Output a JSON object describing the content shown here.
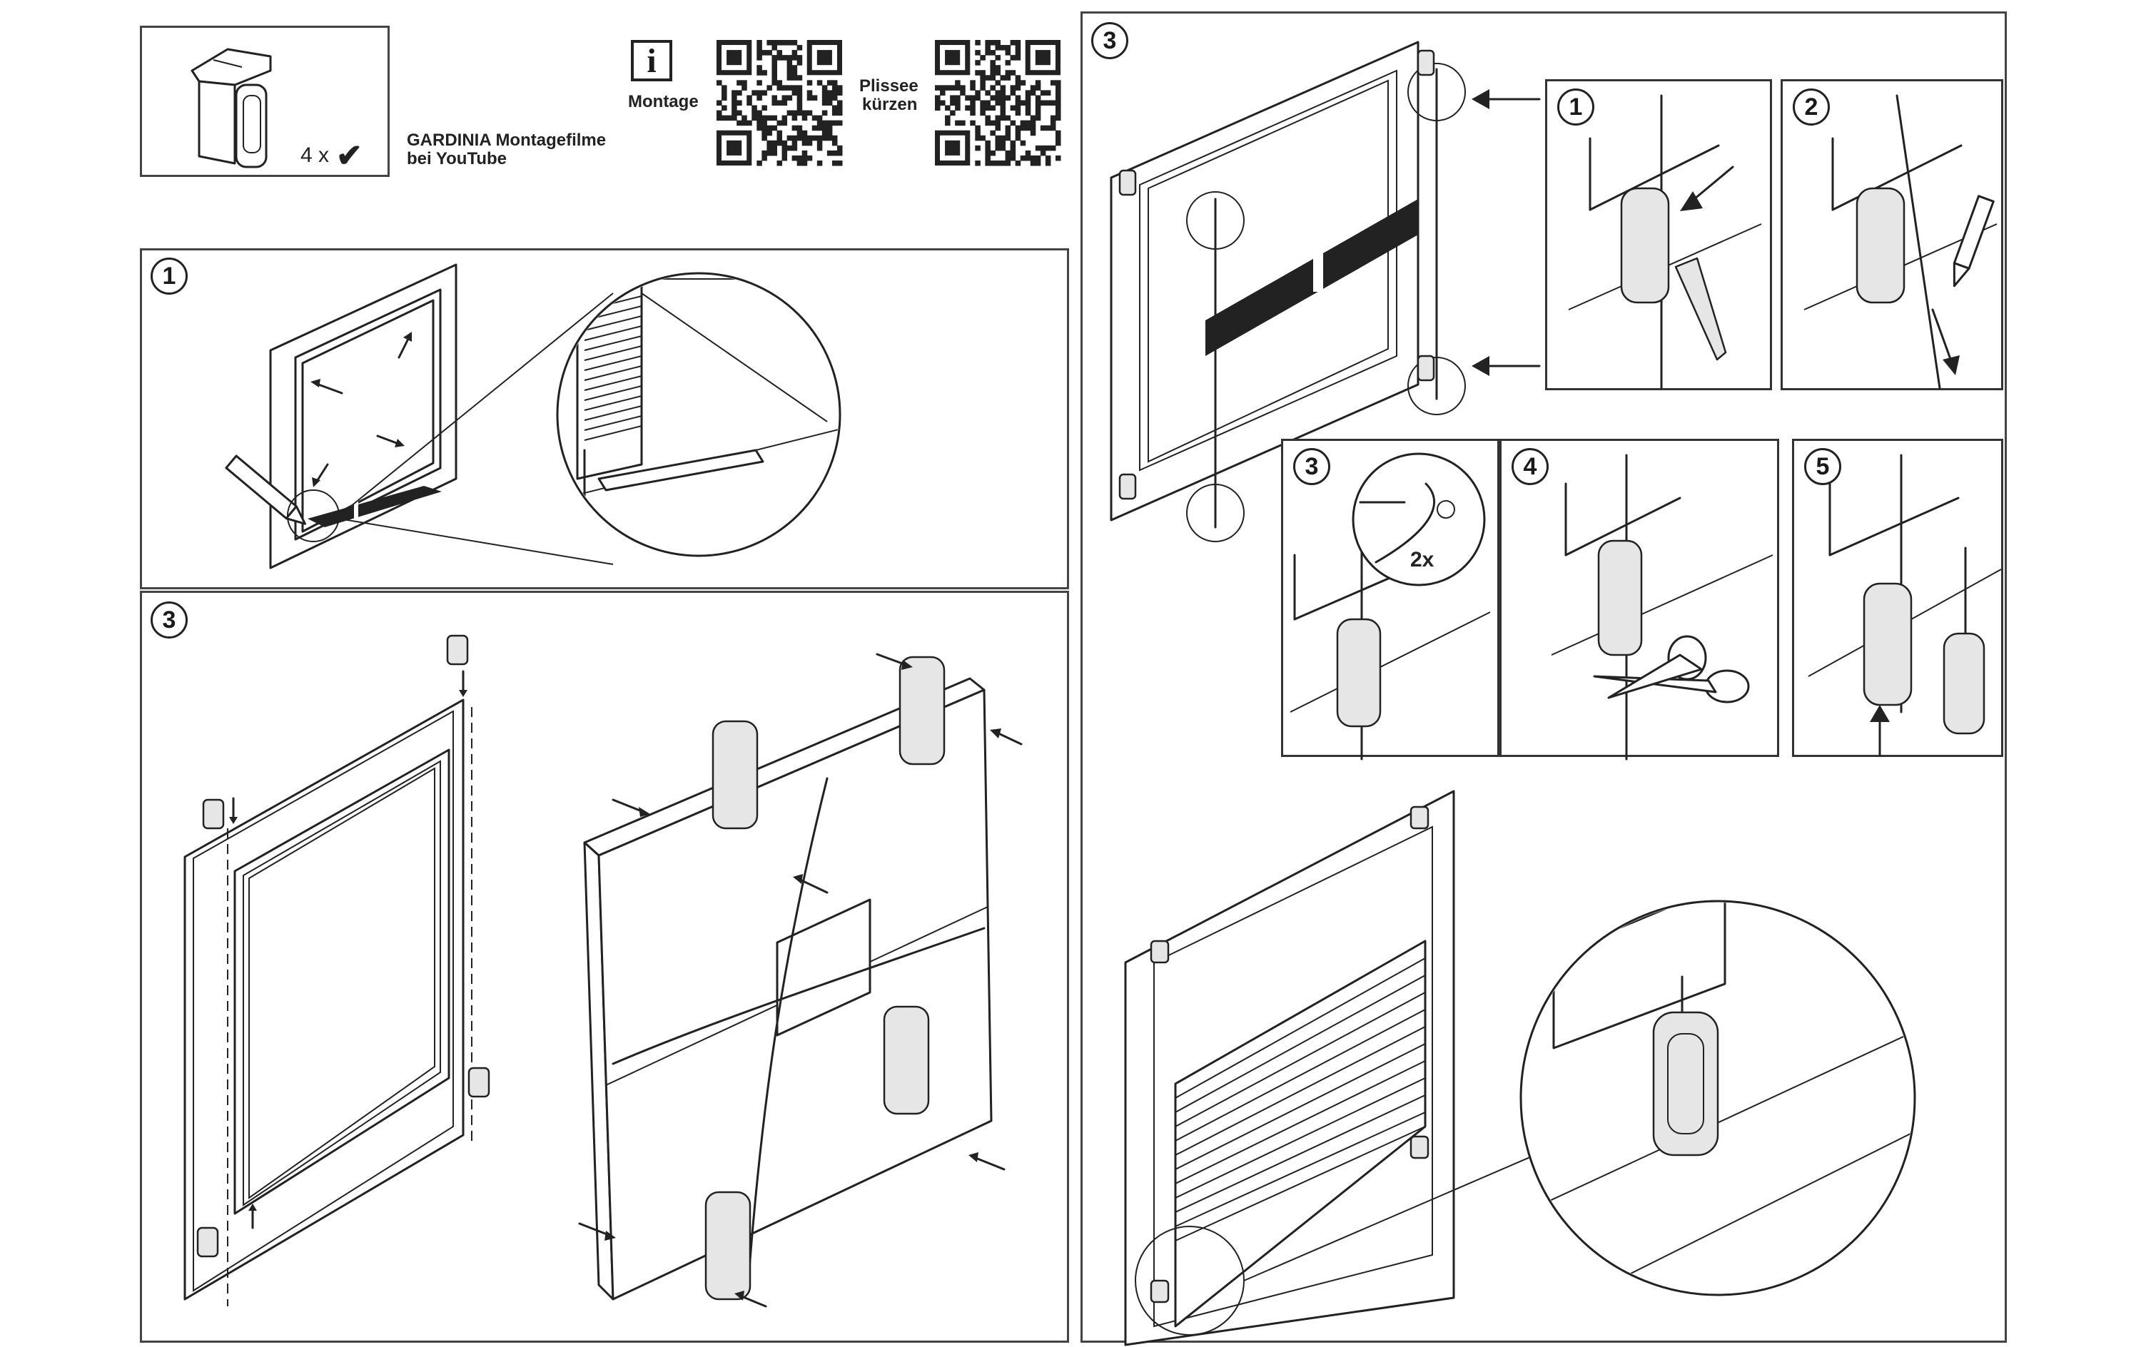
{
  "header": {
    "bracket_count": "4 x",
    "check_symbol": "✔",
    "info_symbol": "i",
    "montage_label": "Montage",
    "plissee_label_1": "Plissee",
    "plissee_label_2": "kürzen",
    "video_line_1": "GARDINIA Montagefilme",
    "video_line_2": "bei YouTube"
  },
  "panels": {
    "step1": {
      "number": "1"
    },
    "step3_left": {
      "number": "3"
    },
    "step3_right": {
      "number": "3"
    }
  },
  "subpanels": {
    "a": {
      "number": "1"
    },
    "b": {
      "number": "2"
    },
    "c": {
      "number": "3",
      "repeat_label": "2x"
    },
    "d": {
      "number": "4"
    },
    "e": {
      "number": "5"
    }
  },
  "icons": [
    "bracket-icon",
    "checkmark-icon",
    "info-icon",
    "qr-code-montage",
    "qr-code-plissee",
    "pencil-icon",
    "scissors-icon",
    "arrow-icon"
  ]
}
